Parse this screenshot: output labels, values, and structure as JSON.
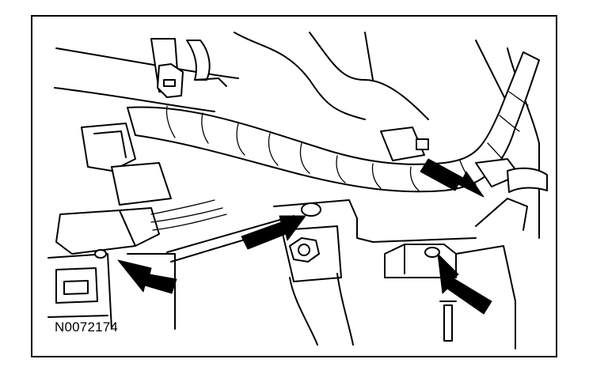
{
  "figure": {
    "identifier": "N0072174"
  },
  "callouts": [
    {
      "id": "arrow-1",
      "points_to": "fastener"
    },
    {
      "id": "arrow-2",
      "points_to": "fastener"
    },
    {
      "id": "arrow-3",
      "points_to": "fastener"
    },
    {
      "id": "arrow-4",
      "points_to": "fastener"
    }
  ],
  "colors": {
    "line": "#000000",
    "background": "#ffffff"
  }
}
